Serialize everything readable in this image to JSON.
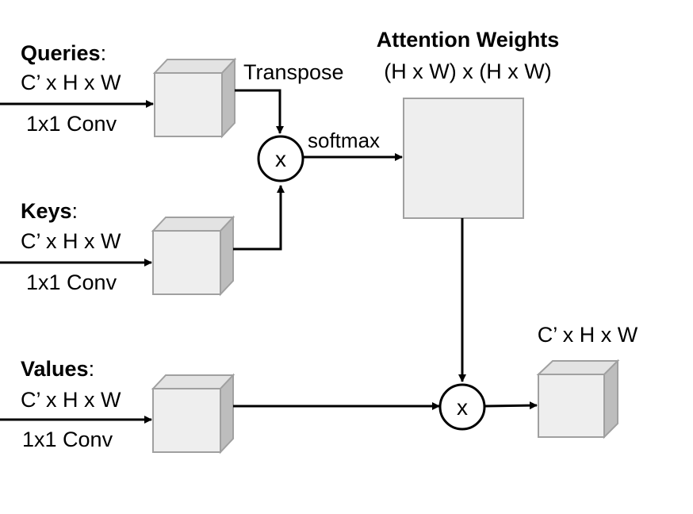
{
  "queries": {
    "title": "Queries",
    "colon": ":",
    "dims": "C’ x H x W",
    "op": "1x1 Conv"
  },
  "keys": {
    "title": "Keys",
    "colon": ":",
    "dims": "C’ x H x W",
    "op": "1x1 Conv"
  },
  "values": {
    "title": "Values",
    "colon": ":",
    "dims": "C’ x H x W",
    "op": "1x1 Conv"
  },
  "transpose_label": "Transpose",
  "softmax_label": "softmax",
  "attention": {
    "title": "Attention Weights",
    "dims": "(H x W) x (H x W)"
  },
  "multiply_symbol": "x",
  "output": {
    "dims": "C’ x H x W"
  },
  "colors": {
    "cube_face": "#eeeeee",
    "cube_top": "#e3e3e3",
    "cube_side": "#bdbdbd",
    "cube_stroke": "#a0a0a0",
    "line": "#000000"
  }
}
